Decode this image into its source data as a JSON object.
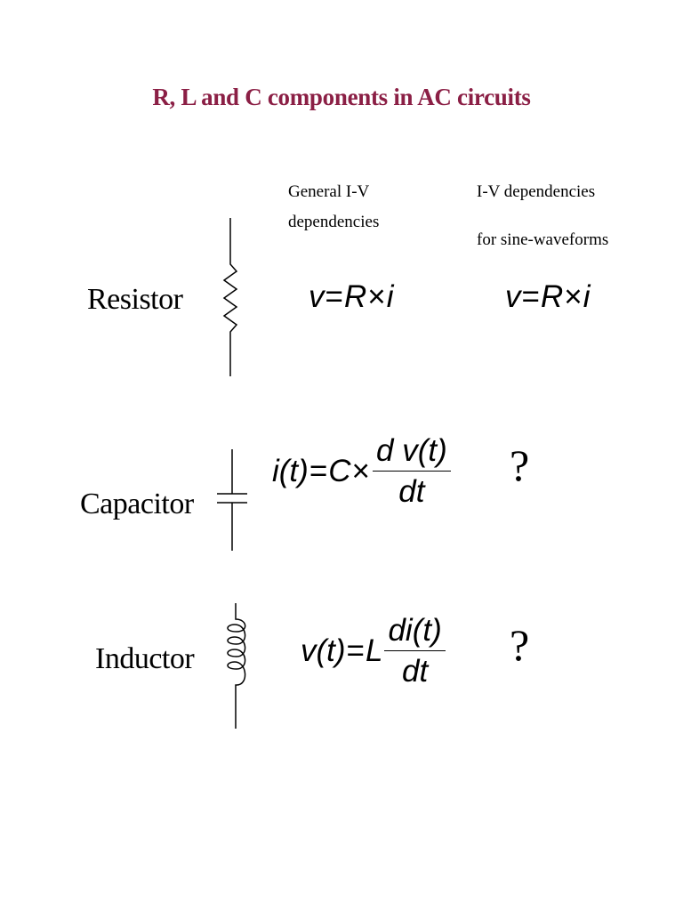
{
  "title": "R, L and C components in AC circuits",
  "title_color": "#8b1f45",
  "columns": {
    "general_line1": "General I-V",
    "general_line2": "dependencies",
    "sine_line1": "I-V dependencies",
    "sine_line2": "for sine-waveforms"
  },
  "resistor": {
    "label": "Resistor",
    "symbol": "resistor-icon",
    "general": {
      "v": "v",
      "eq": "=",
      "R": "R",
      "times": "×",
      "i": "i"
    },
    "sine": {
      "v": "v",
      "eq": "=",
      "R": "R",
      "times": "×",
      "i": "i"
    }
  },
  "capacitor": {
    "label": "Capacitor",
    "symbol": "capacitor-icon",
    "general": {
      "lhs": "i(t)",
      "eq": "=",
      "C": "C",
      "times": "×",
      "num": "d v(t)",
      "den": "dt"
    },
    "sine": "?"
  },
  "inductor": {
    "label": "Inductor",
    "symbol": "inductor-icon",
    "general": {
      "lhs": "v(t)",
      "eq": "=",
      "L": "L",
      "num": "di(t)",
      "den": "dt"
    },
    "sine": "?"
  }
}
